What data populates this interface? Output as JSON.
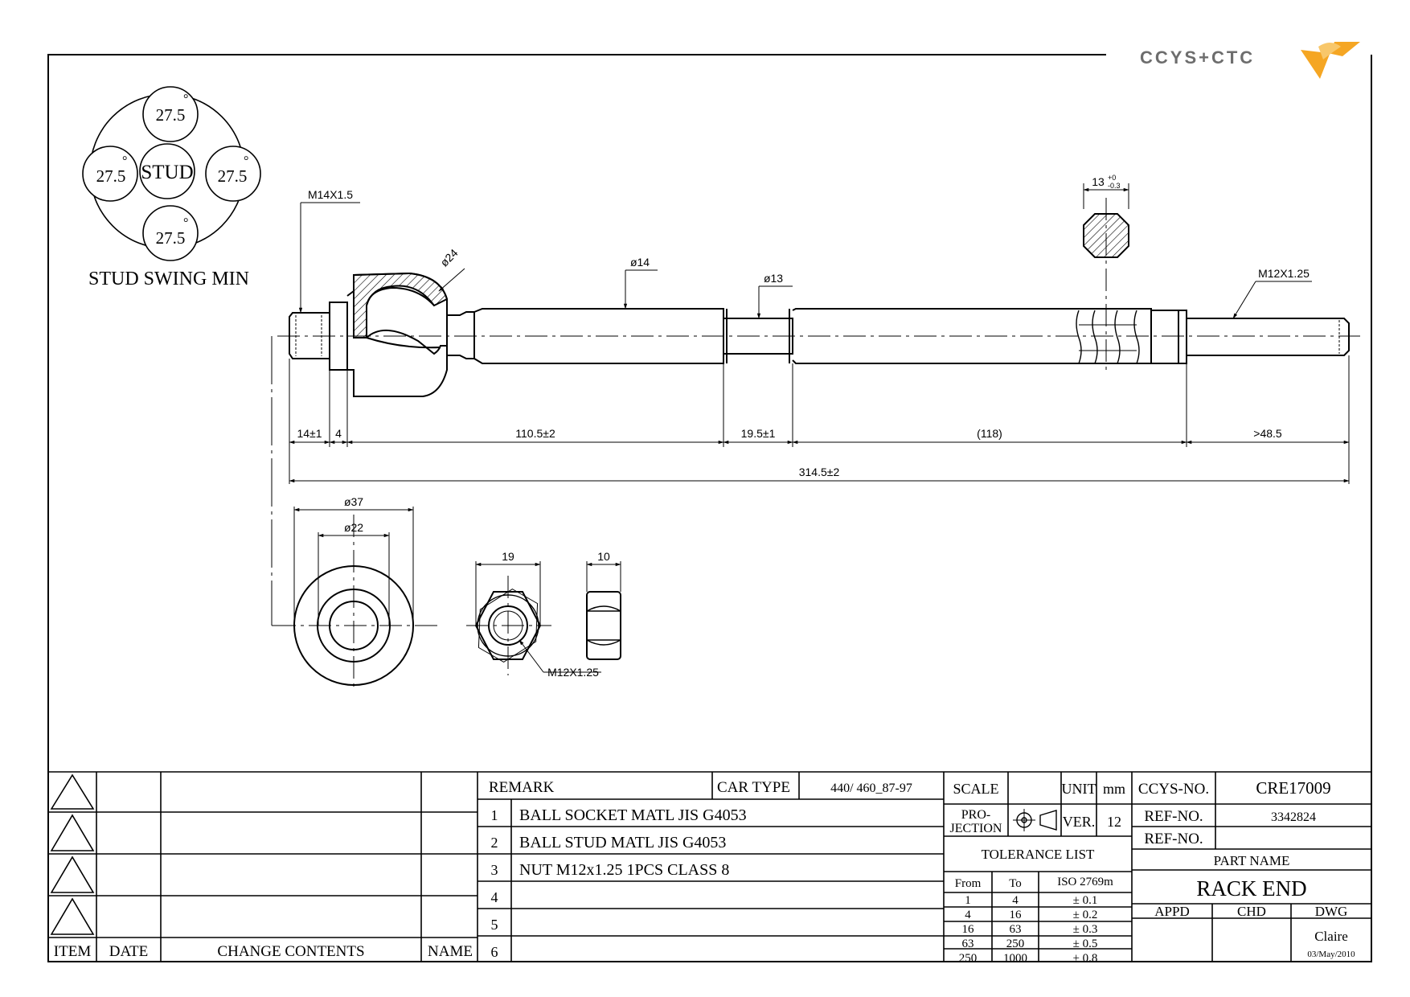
{
  "brand": {
    "logo_text": "CCYS+CTC"
  },
  "stud_swing": {
    "center_label": "STUD",
    "top_value": "27.5",
    "left_value": "27.5",
    "right_value": "27.5",
    "bottom_value": "27.5",
    "degree_mark": "°",
    "caption": "STUD SWING MIN"
  },
  "dimensions": {
    "thread_left": "M14X1.5",
    "dia_socket": "ø24",
    "dia_shaft": "ø14",
    "dia_neck": "ø13",
    "hex_width": "13",
    "hex_tol_upper": "+0",
    "hex_tol_lower": "-0.3",
    "thread_right": "M12X1.25",
    "seg_1": "14±1",
    "seg_2": "4",
    "seg_3": "110.5±2",
    "seg_4": "19.5±1",
    "seg_5": "(118)",
    "seg_6": ">48.5",
    "overall": "314.5±2",
    "washer_outer": "ø37",
    "washer_inner": "ø22",
    "nut_across": "19",
    "nut_height": "10",
    "nut_thread": "M12X1.25"
  },
  "title_block": {
    "remark_label": "REMARK",
    "car_type_label": "CAR TYPE",
    "car_type_value": "440/ 460_87-97",
    "items": [
      {
        "no": "1",
        "text": "BALL SOCKET MATL JIS G4053"
      },
      {
        "no": "2",
        "text": "BALL STUD MATL JIS G4053"
      },
      {
        "no": "3",
        "text": "NUT M12x1.25 1PCS CLASS 8"
      },
      {
        "no": "4",
        "text": ""
      },
      {
        "no": "5",
        "text": ""
      },
      {
        "no": "6",
        "text": ""
      }
    ],
    "revision_headers": {
      "item": "ITEM",
      "date": "DATE",
      "change": "CHANGE CONTENTS",
      "name": "NAME"
    },
    "scale_label": "SCALE",
    "unit_label": "UNIT",
    "unit_value": "mm",
    "projection_line1": "PRO-",
    "projection_line2": "JECTION",
    "ver_label": "VER.",
    "ver_value": "12",
    "tolerance_title": "TOLERANCE LIST",
    "tolerance_headers": {
      "from": "From",
      "to": "To",
      "iso": "ISO 2769m"
    },
    "tolerance_rows": [
      {
        "from": "1",
        "to": "4",
        "tol": "± 0.1"
      },
      {
        "from": "4",
        "to": "16",
        "tol": "± 0.2"
      },
      {
        "from": "16",
        "to": "63",
        "tol": "± 0.3"
      },
      {
        "from": "63",
        "to": "250",
        "tol": "± 0.5"
      },
      {
        "from": "250",
        "to": "1000",
        "tol": "± 0.8"
      }
    ],
    "ccys_label": "CCYS-NO.",
    "ccys_value": "CRE17009",
    "ref_label": "REF-NO.",
    "ref_value": "3342824",
    "ref2_label": "REF-NO.",
    "ref2_value": "",
    "part_name_label": "PART NAME",
    "part_name_value": "RACK END",
    "appd_label": "APPD",
    "chd_label": "CHD",
    "dwg_label": "DWG",
    "dwg_name": "Claire",
    "dwg_date": "03/May/2010"
  },
  "colors": {
    "line": "#000000",
    "logo_gray": "#6d6d6d",
    "logo_accent": "#f5a623"
  }
}
